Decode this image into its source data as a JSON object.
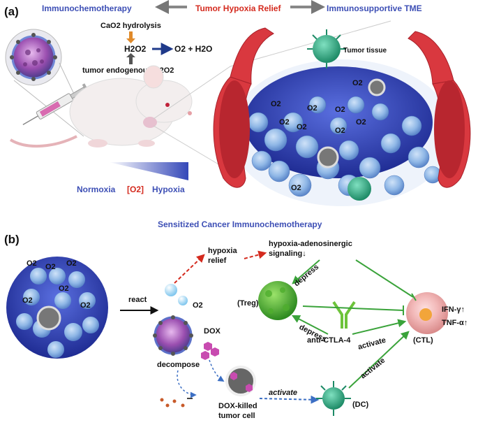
{
  "panel_a": {
    "label": "(a)",
    "header_left": "Immunochemotherapy",
    "header_center": "Tumor Hypoxia Relief",
    "header_right": "Immunosupportive TME",
    "cao2_hydrolysis": "CaO2 hydrolysis",
    "h2o2": "H2O2",
    "products": "O2 + H2O",
    "endogenous": "tumor endogenous H2O2",
    "tumor_tissue": "Tumor tissue",
    "o2": "O2",
    "normoxia": "Normoxia",
    "o2_bracket": "[O2]",
    "hypoxia": "Hypoxia"
  },
  "panel_b": {
    "label": "(b)",
    "title": "Sensitized Cancer Immunochemotherapy",
    "hypoxia_relief": "hypoxia\nrelief",
    "signaling": "hypoxia-adenosinergic\nsignaling↓",
    "react": "react",
    "o2": "O2",
    "decompose": "decompose",
    "dox": "DOX",
    "dox_killed": "DOX-killed\ntumor cell",
    "activate": "activate",
    "depress": "depress",
    "treg": "(Treg)",
    "anti_ctla4": "anti-CTLA-4",
    "ctl": "(CTL)",
    "dc": "(DC)",
    "ifn": "IFN-γ↑",
    "tnf": "TNF-α↑"
  },
  "colors": {
    "blue_text": "#3d4fb5",
    "red_text": "#d42a1e",
    "green_arrow": "#3aa33a",
    "vessel": "#d9383f",
    "tissue": "#2e3fb0",
    "cell_blue": "#8fb7e6"
  },
  "icons": [
    "mouse-icon",
    "syringe-icon",
    "nanoparticle-icon",
    "blood-vessel-icon",
    "tumor-cell-icon",
    "treg-cell-icon",
    "ctl-cell-icon",
    "dc-cell-icon",
    "antibody-icon"
  ]
}
